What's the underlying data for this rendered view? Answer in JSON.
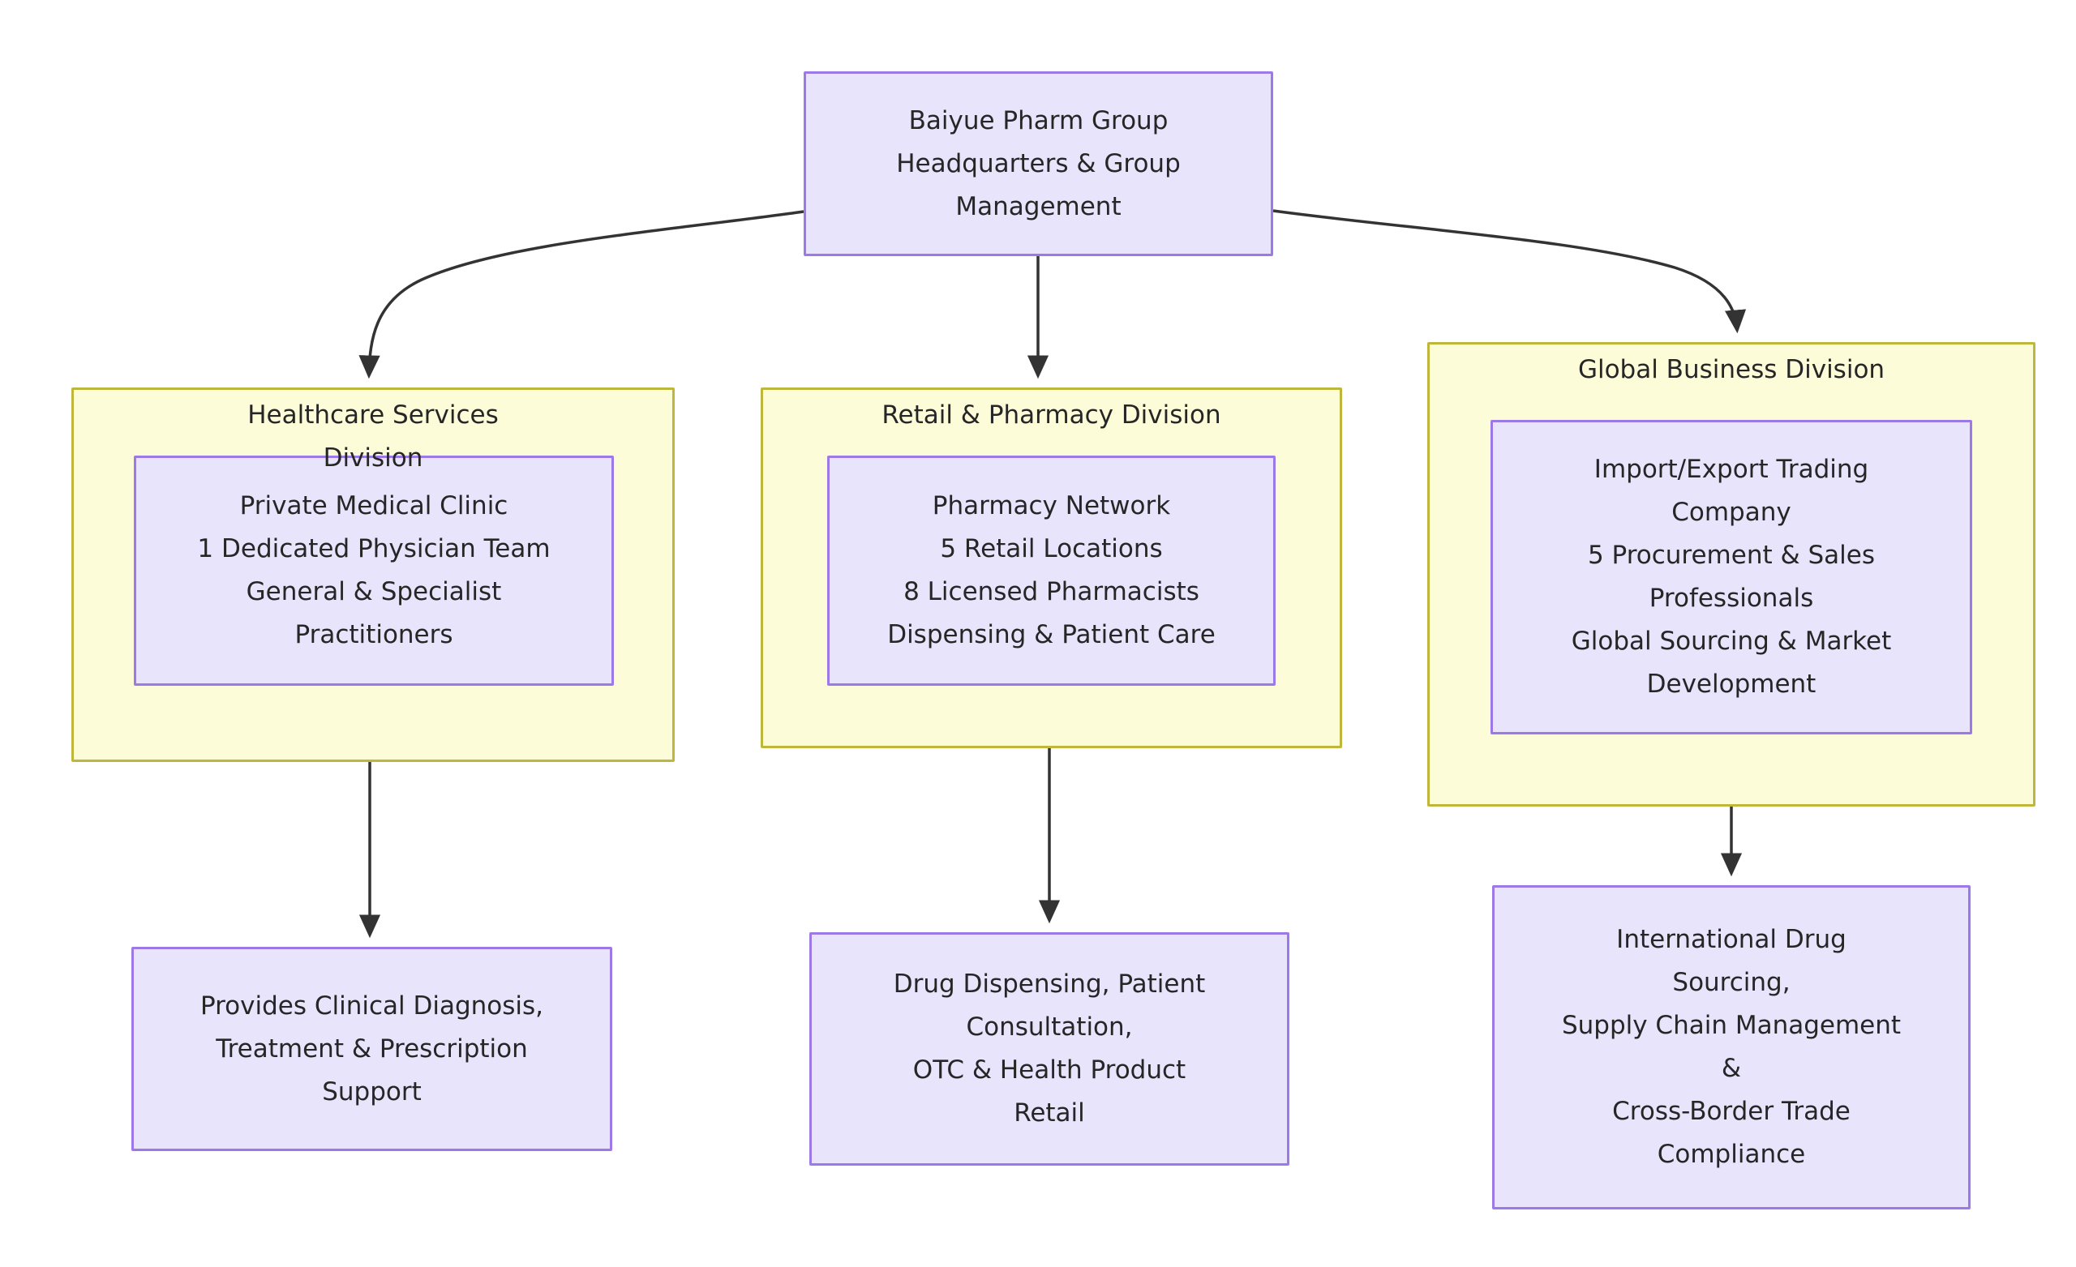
{
  "diagram": {
    "title": "Baiyue Pharm Group Organization Structure",
    "colors": {
      "node_fill": "#e8e4fb",
      "node_border": "#9d79e8",
      "cluster_fill": "#fdfcd9",
      "cluster_border": "#bfb73b",
      "edge": "#333333",
      "text": "#262626",
      "background": "#ffffff"
    }
  },
  "root": {
    "lines": [
      "Baiyue Pharm Group",
      "Headquarters & Group",
      "Management"
    ]
  },
  "clusters": {
    "healthcare": {
      "label_lines": [
        "Healthcare Services",
        "Division"
      ],
      "node": {
        "lines": [
          "Private Medical Clinic",
          "1 Dedicated Physician Team",
          "General & Specialist",
          "Practitioners"
        ]
      }
    },
    "retail": {
      "label_lines": [
        "Retail & Pharmacy Division"
      ],
      "node": {
        "lines": [
          "Pharmacy Network",
          "5 Retail Locations",
          "8 Licensed Pharmacists",
          "Dispensing & Patient Care"
        ]
      }
    },
    "global": {
      "label_lines": [
        "Global Business Division"
      ],
      "node": {
        "lines": [
          "Import/Export Trading",
          "Company",
          "5 Procurement & Sales",
          "Professionals",
          "Global Sourcing & Market",
          "Development"
        ]
      }
    }
  },
  "outputs": {
    "healthcare": {
      "lines": [
        "Provides Clinical Diagnosis,",
        "Treatment & Prescription",
        "Support"
      ]
    },
    "retail": {
      "lines": [
        "Drug Dispensing, Patient",
        "Consultation,",
        "OTC & Health Product",
        "Retail"
      ]
    },
    "global": {
      "lines": [
        "International Drug",
        "Sourcing,",
        "Supply Chain Management",
        "&",
        "Cross-Border Trade",
        "Compliance"
      ]
    }
  },
  "edges": [
    {
      "name": "root-to-healthcare",
      "from": "root",
      "to": "healthcare-division"
    },
    {
      "name": "root-to-retail",
      "from": "root",
      "to": "retail-division"
    },
    {
      "name": "root-to-global",
      "from": "root",
      "to": "global-division"
    },
    {
      "name": "healthcare-to-output",
      "from": "healthcare-division",
      "to": "clinical-output"
    },
    {
      "name": "retail-to-output",
      "from": "retail-division",
      "to": "retail-output"
    },
    {
      "name": "global-to-output",
      "from": "global-division",
      "to": "global-output"
    }
  ]
}
